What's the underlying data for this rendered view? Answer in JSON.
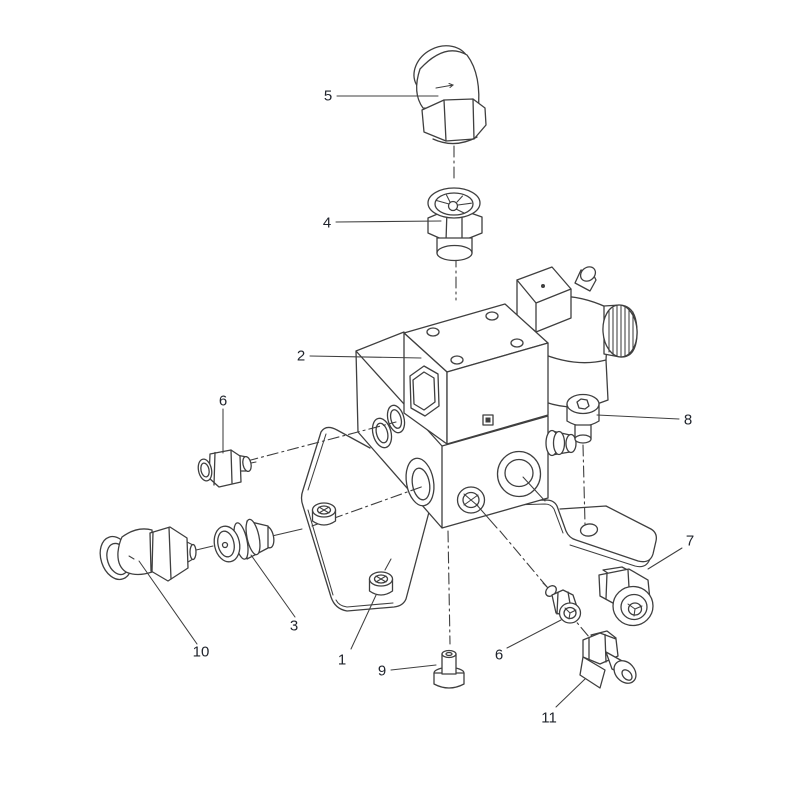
{
  "figure": {
    "type": "exploded-parts-diagram",
    "background": "#ffffff",
    "line_color": "#3f3f3f",
    "label_color": "#20242c"
  },
  "callouts": [
    {
      "id": "callout-5",
      "label": "5"
    },
    {
      "id": "callout-4",
      "label": "4"
    },
    {
      "id": "callout-2",
      "label": "2"
    },
    {
      "id": "callout-6a",
      "label": "6"
    },
    {
      "id": "callout-8",
      "label": "8"
    },
    {
      "id": "callout-7",
      "label": "7"
    },
    {
      "id": "callout-3",
      "label": "3"
    },
    {
      "id": "callout-10",
      "label": "10"
    },
    {
      "id": "callout-1",
      "label": "1"
    },
    {
      "id": "callout-9",
      "label": "9"
    },
    {
      "id": "callout-6b",
      "label": "6"
    },
    {
      "id": "callout-11",
      "label": "11"
    }
  ]
}
